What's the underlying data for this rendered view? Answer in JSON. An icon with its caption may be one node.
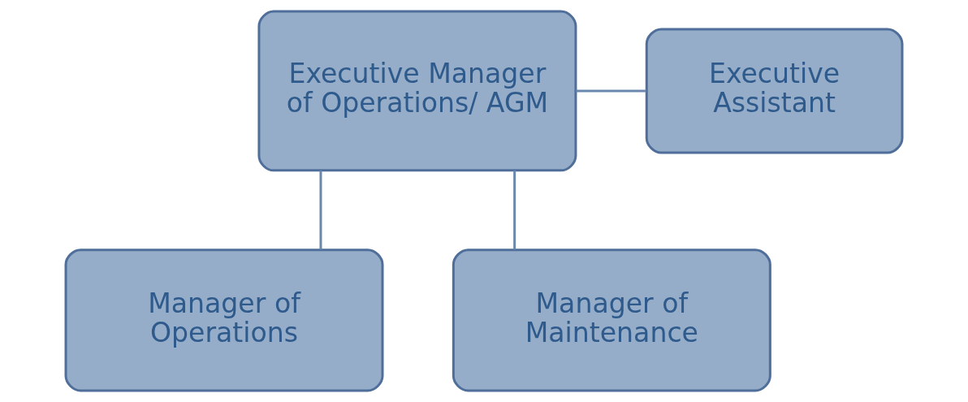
{
  "diagram": {
    "nodes": [
      {
        "text": [
          "Executive Manager of Operations/ AGM"
        ]
      },
      {
        "text": [
          "Executive Assistant"
        ]
      },
      {
        "text": [
          "Manager of Operations"
        ]
      },
      {
        "text": [
          "Manager of Maintenance"
        ]
      }
    ],
    "edges": [
      {
        "from": 0,
        "to": 1,
        "arrow": "none"
      },
      {
        "from": 0,
        "to": 2,
        "arrow": "none"
      },
      {
        "from": 0,
        "to": 3,
        "arrow": "none"
      }
    ]
  }
}
